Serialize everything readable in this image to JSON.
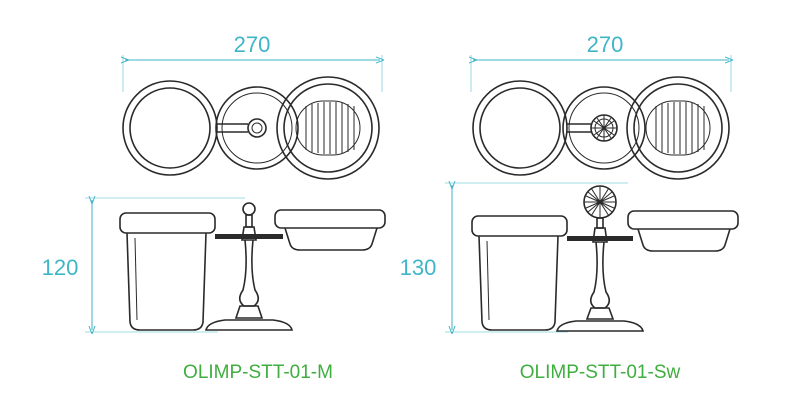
{
  "products": [
    {
      "model": "OLIMP-STT-01-M",
      "width_label": "270",
      "height_label": "120",
      "finial": "plain-ball"
    },
    {
      "model": "OLIMP-STT-01-Sw",
      "width_label": "270",
      "height_label": "130",
      "finial": "crystal-ball"
    }
  ],
  "colors": {
    "dimension": "#3fb6c8",
    "model_label": "#3fae3f",
    "drawing": "#2a2a2a"
  }
}
